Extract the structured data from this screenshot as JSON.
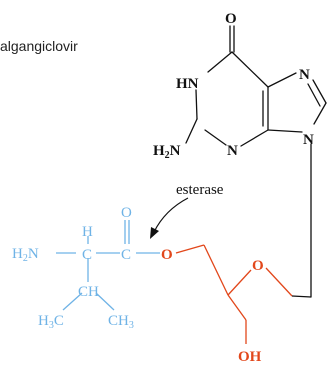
{
  "title": "algangiclovir",
  "label_esterase": "esterase",
  "colors": {
    "guanine": "#111111",
    "valine_ester": "#6fb3e6",
    "linker": "#e2471b"
  },
  "atoms": {
    "o_carbonyl": "O",
    "hn": "HN",
    "n7": "N",
    "n9": "N",
    "n3": "N",
    "h2n_guanine": "H",
    "h2n_guanine_sub": "2",
    "h2n_guanine_n": "N",
    "val_h2n_h": "H",
    "val_h2n_sub": "2",
    "val_h2n_n": "N",
    "val_h": "H",
    "val_c_alpha": "C",
    "val_c_carbonyl": "C",
    "val_o_double": "O",
    "ester_o": "O",
    "ch": "CH",
    "h3c_h": "H",
    "h3c_sub": "3",
    "h3c_c": "C",
    "ch3_c": "CH",
    "ch3_sub": "3",
    "ether_o": "O",
    "oh": "OH"
  }
}
